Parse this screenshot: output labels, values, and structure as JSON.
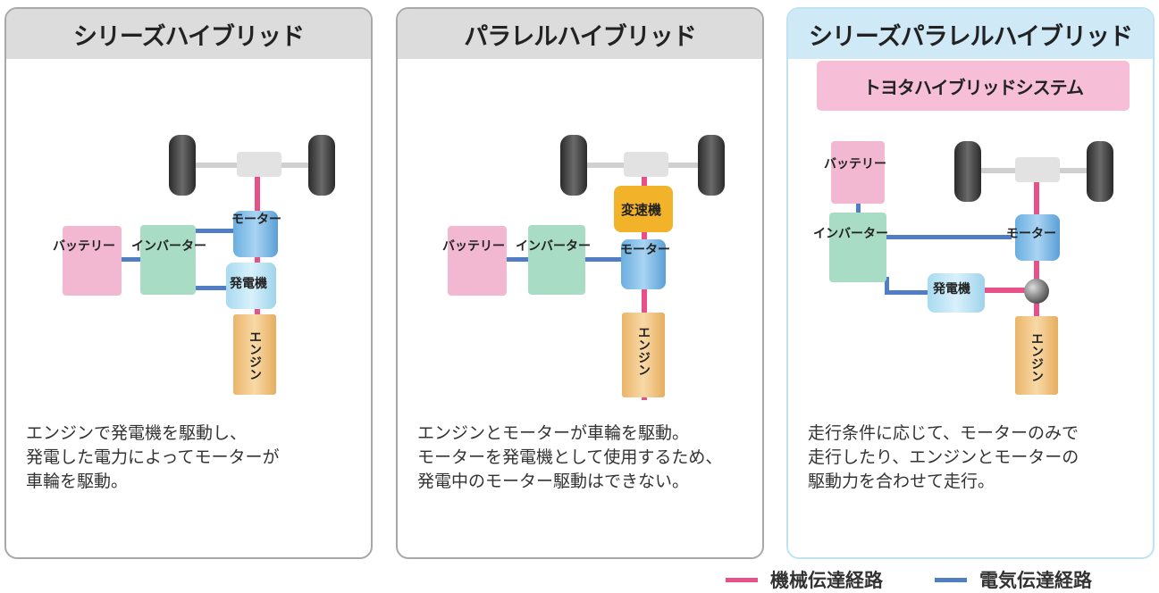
{
  "panels": [
    {
      "title": "シリーズハイブリッド",
      "labels": {
        "motor": "モーター",
        "inverter": "インバーター",
        "battery": "バッテリー",
        "generator": "発電機",
        "engine": "エンジン"
      },
      "description": [
        "エンジンで発電機を駆動し、",
        "発電した電力によってモーターが",
        "車輪を駆動。"
      ]
    },
    {
      "title": "パラレルハイブリッド",
      "labels": {
        "transmission": "変速機",
        "battery": "バッテリー",
        "inverter": "インバーター",
        "motor": "モーター",
        "engine": "エンジン"
      },
      "description": [
        "エンジンとモーターが車輪を駆動。",
        "モーターを発電機として使用するため、",
        "発電中のモーター駆動はできない。"
      ]
    },
    {
      "title": "シリーズパラレルハイブリッド",
      "badge": "トヨタハイブリッドシステム",
      "labels": {
        "battery": "バッテリー",
        "inverter": "インバーター",
        "motor": "モーター",
        "generator": "発電機",
        "engine": "エンジン"
      },
      "description": [
        "走行条件に応じて、モーターのみで",
        "走行したり、エンジンとモーターの",
        "駆動力を合わせて走行。"
      ]
    }
  ],
  "legend": {
    "mechanical": {
      "label": "機械伝達経路",
      "color": "#e8508a"
    },
    "electrical": {
      "label": "電気伝達経路",
      "color": "#4f7ec4"
    }
  },
  "colors": {
    "battery": "#f2b8d2",
    "inverter": "#a9dcc4",
    "motor": "#8fc4ea",
    "generator": "#bfe4f4",
    "engine": "#f3c884",
    "transmission": "#f2b229",
    "header_gray": "#dcdcdc",
    "header_blue": "#cfe9f6",
    "badge": "#f6bfd7"
  }
}
